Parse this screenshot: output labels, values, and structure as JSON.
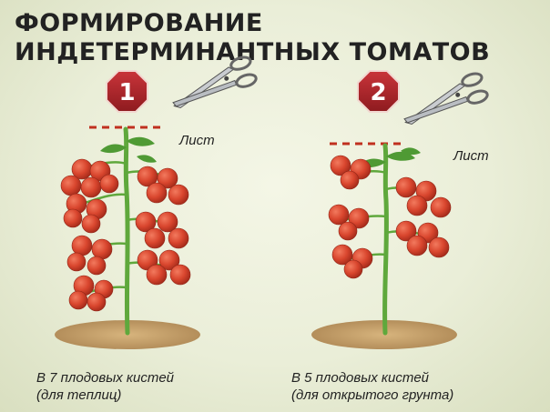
{
  "title": {
    "line1": "ФОРМИРОВАНИЕ",
    "line2": "ИНДЕТЕРМИНАНТНЫХ ТОМАТОВ"
  },
  "plants": [
    {
      "number": "1",
      "leaf_label": "Лист",
      "caption_line1": "В 7 плодовых кистей",
      "caption_line2": "(для теплиц)"
    },
    {
      "number": "2",
      "leaf_label": "Лист",
      "caption_line1": "В 5 плодовых кистей",
      "caption_line2": "(для открытого грунта)"
    }
  ],
  "icons": [
    "scissors-icon",
    "scissors-icon"
  ],
  "colors": {
    "badge": "#b3262b",
    "tomato": "#d9462e",
    "stem": "#5fa83c",
    "cut_line": "#c0301f",
    "soil": "#c4a16b"
  }
}
